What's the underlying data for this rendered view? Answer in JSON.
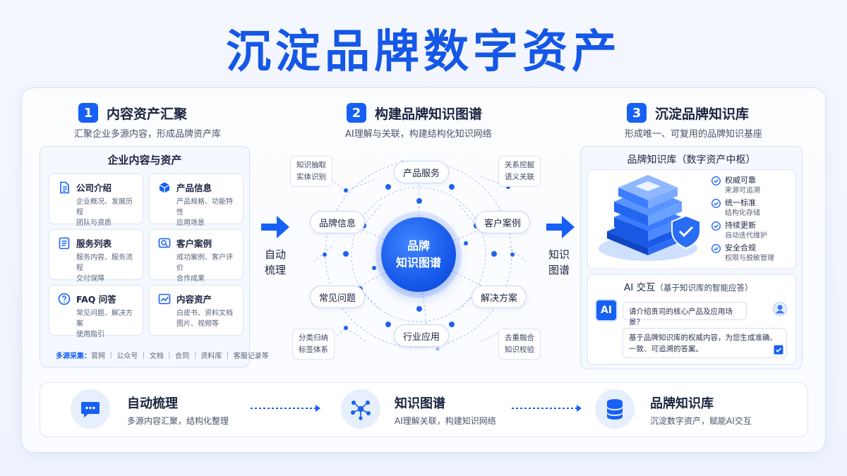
{
  "title": "沉淀品牌数字资产",
  "sections": [
    {
      "num": "1",
      "title": "内容资产汇聚",
      "subtitle": "汇聚企业多源内容，形成品牌资产库"
    },
    {
      "num": "2",
      "title": "构建品牌知识图谱",
      "subtitle": "AI理解与关联，构建结构化知识网络"
    },
    {
      "num": "3",
      "title": "沉淀品牌知识库",
      "subtitle": "形成唯一、可复用的品牌知识基座"
    }
  ],
  "left_panel": {
    "title": "企业内容与资产",
    "tiles": [
      {
        "icon": "document-icon",
        "title": "公司介绍",
        "desc1": "企业概况、发展历程",
        "desc2": "团队与资质"
      },
      {
        "icon": "cube-icon",
        "title": "产品信息",
        "desc1": "产品规格、功能特性",
        "desc2": "应用场景"
      },
      {
        "icon": "list-icon",
        "title": "服务列表",
        "desc1": "服务内容、服务流程",
        "desc2": "交付保障"
      },
      {
        "icon": "image-case-icon",
        "title": "客户案例",
        "desc1": "成功案例、客户评价",
        "desc2": "合作成果"
      },
      {
        "icon": "question-icon",
        "title": "FAQ 问答",
        "desc1": "常见问题、解决方案",
        "desc2": "使用指引"
      },
      {
        "icon": "chart-icon",
        "title": "内容资产",
        "desc1": "白皮书、资料文档",
        "desc2": "图片、视频等"
      }
    ],
    "sources_label": "多源采集：",
    "sources_text": "官网 ｜ 公众号 ｜ 文档 ｜ 合同 ｜ 资料库 ｜ 客服记录等"
  },
  "flow_left": {
    "line1": "自动",
    "line2": "梳理"
  },
  "flow_right": {
    "line1": "知识",
    "line2": "图谱"
  },
  "graph": {
    "hub_line1": "品牌",
    "hub_line2": "知识图谱",
    "nodes": [
      "产品服务",
      "品牌信息",
      "客户案例",
      "常见问题",
      "解决方案",
      "行业应用"
    ],
    "corners": [
      {
        "l1": "知识抽取",
        "l2": "实体识别"
      },
      {
        "l1": "关系挖掘",
        "l2": "语义关联"
      },
      {
        "l1": "分类归纳",
        "l2": "标签体系"
      },
      {
        "l1": "去重融合",
        "l2": "知识校验"
      }
    ]
  },
  "right_panel": {
    "kb_title": "品牌知识库（数字资产中枢）",
    "checks": [
      {
        "t1": "权威可靠",
        "t2": "来源可追溯"
      },
      {
        "t1": "统一标准",
        "t2": "结构化存储"
      },
      {
        "t1": "持续更新",
        "t2": "自动迭代维护"
      },
      {
        "t1": "安全合规",
        "t2": "权限与脱敏管理"
      }
    ],
    "ai_title": "AI 交互",
    "ai_sub": "（基于知识库的智能应答）",
    "ai_badge": "AI",
    "question": "请介绍贵司的核心产品及应用场景？",
    "answer_l1": "基于品牌知识库的权威内容，为您生成准确、",
    "answer_l2": "一致、可追溯的答案。"
  },
  "bottom_steps": [
    {
      "icon": "chat-icon",
      "title": "自动梳理",
      "desc": "多源内容汇聚，结构化整理"
    },
    {
      "icon": "network-icon",
      "title": "知识图谱",
      "desc": "AI理解关联，构建知识网络"
    },
    {
      "icon": "database-icon",
      "title": "品牌知识库",
      "desc": "沉淀数字资产，赋能AI交互"
    }
  ],
  "colors": {
    "accent": "#1660f5",
    "title": "#1557e6",
    "text": "#1b2440"
  }
}
